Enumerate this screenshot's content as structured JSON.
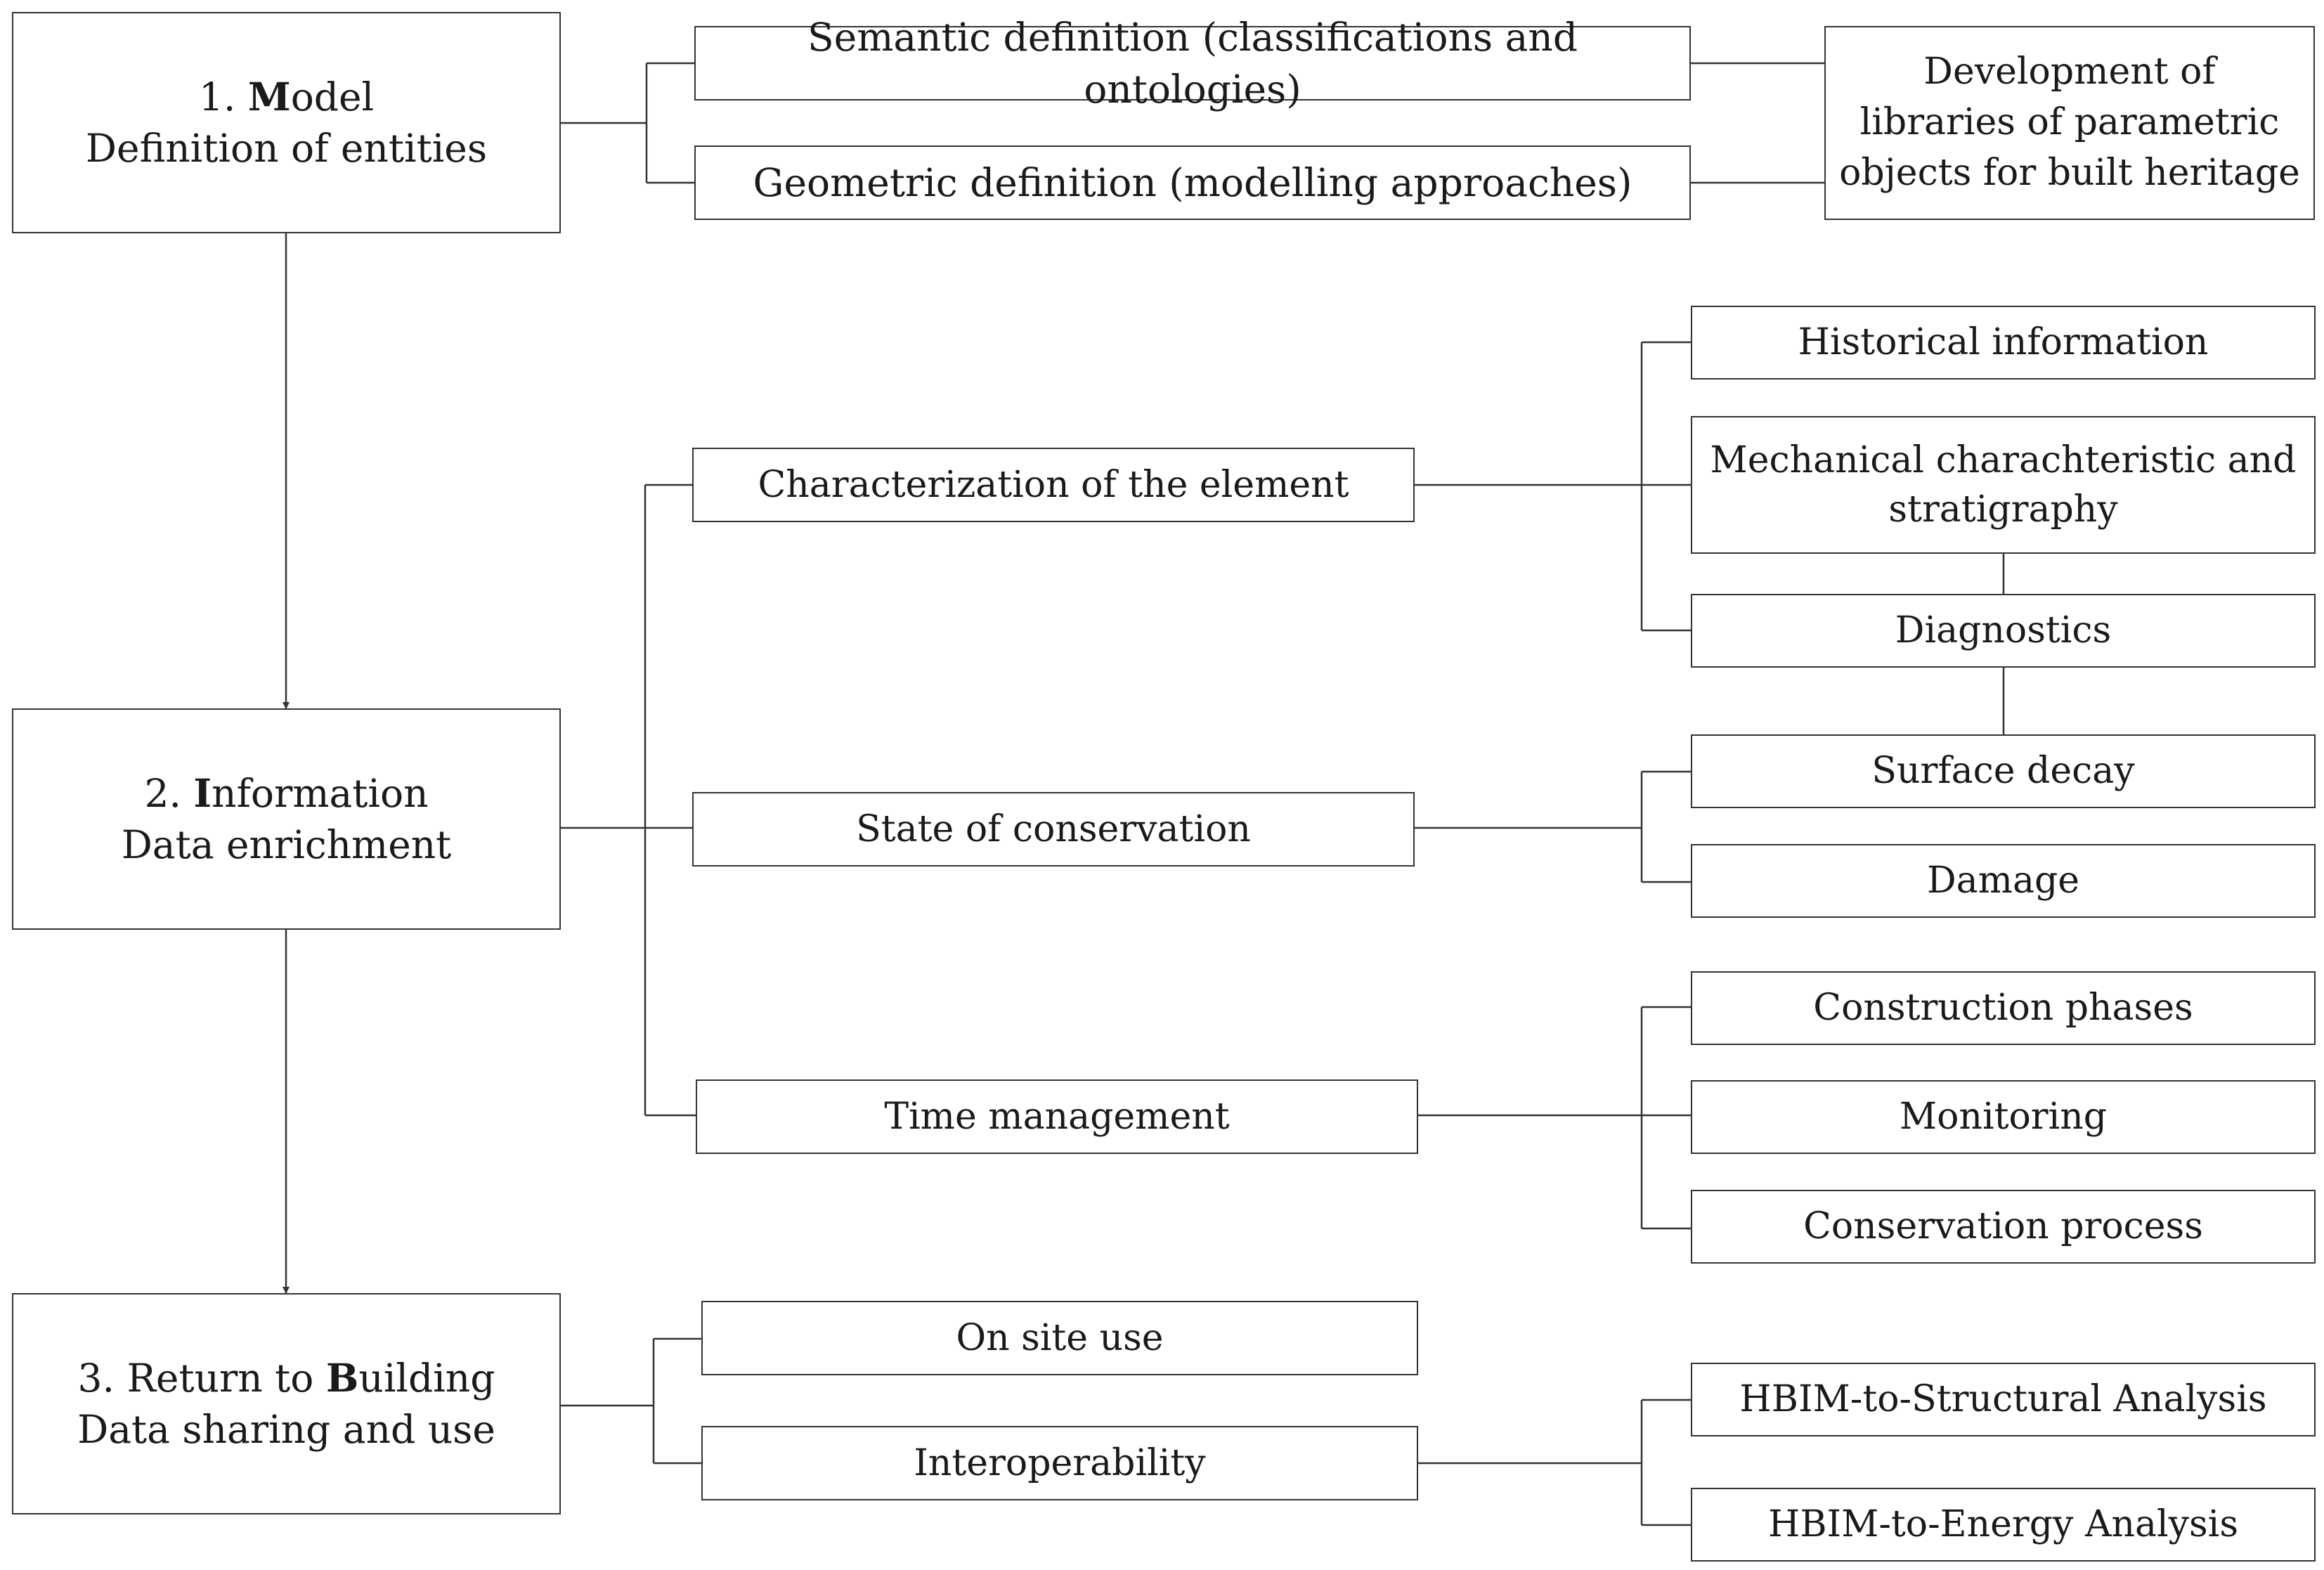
{
  "stages": {
    "model": {
      "num": "1. ",
      "bold": "M",
      "rest": "odel",
      "sub": "Definition of entities"
    },
    "information": {
      "num": "2. ",
      "bold": "I",
      "rest": "nformation",
      "sub": "Data enrichment"
    },
    "building": {
      "num": "3. Return to ",
      "bold": "B",
      "rest": "uilding",
      "sub": "Data sharing and use"
    }
  },
  "model_branch": {
    "semantic": "Semantic definition (classifications and ontologies)",
    "geometric": "Geometric definition (modelling approaches)",
    "libraries": [
      "Development of",
      "libraries of parametric",
      "objects for built heritage"
    ]
  },
  "information_branch": {
    "characterization": "Characterization of the element",
    "conservation": "State of conservation",
    "time": "Time management",
    "historical": "Historical information",
    "mechanical": [
      "Mechanical charachteristic and",
      "stratigraphy"
    ],
    "diagnostics": "Diagnostics",
    "surface_decay": "Surface decay",
    "damage": "Damage",
    "construction_phases": "Construction phases",
    "monitoring": "Monitoring",
    "conservation_process": "Conservation process"
  },
  "building_branch": {
    "on_site": "On site use",
    "interoperability": "Interoperability",
    "structural": "HBIM-to-Structural Analysis",
    "energy": "HBIM-to-Energy Analysis"
  }
}
